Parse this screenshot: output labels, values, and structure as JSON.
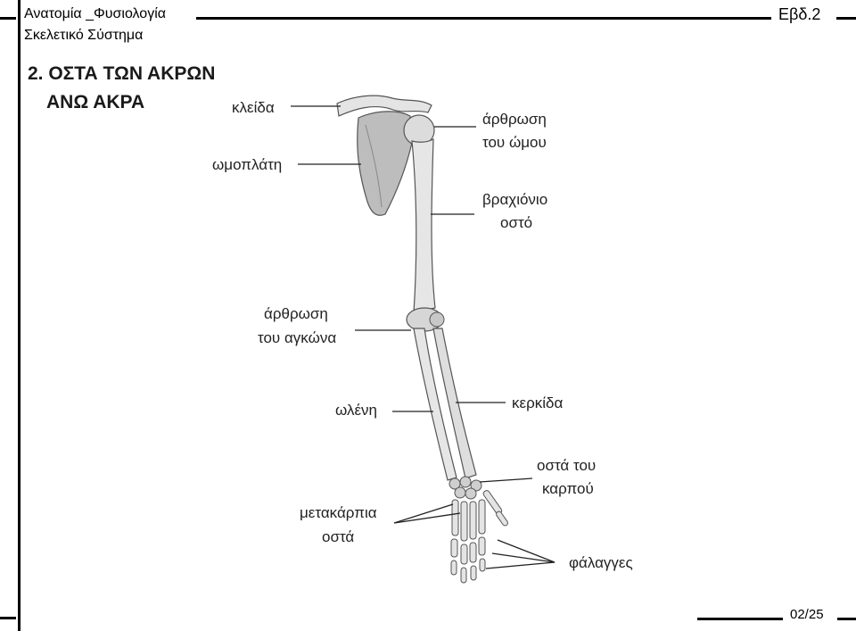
{
  "header": {
    "title": "Ανατομία _Φυσιολογία",
    "subtitle": "Σκελετικό Σύστημα",
    "right": "Εβδ.2"
  },
  "section": {
    "title": "2. ΟΣΤΑ ΤΩΝ ΑΚΡΩΝ",
    "subtitle": "ΑΝΩ ΑΚΡΑ"
  },
  "labels": {
    "clavicle": "κλείδα",
    "scapula": "ωμοπλάτη",
    "shoulder_line1": "άρθρωση",
    "shoulder_line2": "του ώμου",
    "humerus_line1": "βραχιόνιο",
    "humerus_line2": "οστό",
    "elbow_line1": "άρθρωση",
    "elbow_line2": "του αγκώνα",
    "ulna": "ωλένη",
    "radius": "κερκίδα",
    "carpal_line1": "οστά του",
    "carpal_line2": "καρπού",
    "metacarpal_line1": "μετακάρπια",
    "metacarpal_line2": "οστά",
    "phalanges": "φάλαγγες"
  },
  "footer": {
    "page": "02/25"
  }
}
